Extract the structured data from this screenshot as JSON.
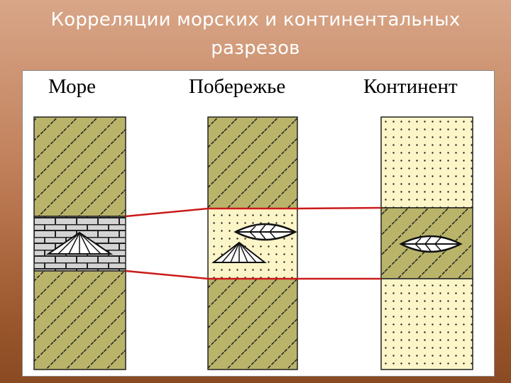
{
  "slide": {
    "title_line1": "Корреляции морских и континентальных",
    "title_line2": "разрезов"
  },
  "columns": [
    {
      "label": "Море",
      "layers": [
        "diagonal-hatch",
        "limestone-with-shell",
        "diagonal-hatch"
      ]
    },
    {
      "label": "Побережье",
      "layers": [
        "diagonal-hatch",
        "dotted-sand-with-leaf-and-shell",
        "diagonal-hatch"
      ]
    },
    {
      "label": "Континент",
      "layers": [
        "dotted-sand",
        "diagonal-hatch-with-leaf",
        "dotted-sand"
      ]
    }
  ],
  "correlation_line_color": "#cc1a1a",
  "colors": {
    "hatch_fill": "#b9b46a",
    "sand_fill": "#fcf5c8",
    "limestone_fill": "#d4d4d4"
  },
  "icons": [
    "shell-fossil-icon",
    "leaf-fossil-icon"
  ]
}
